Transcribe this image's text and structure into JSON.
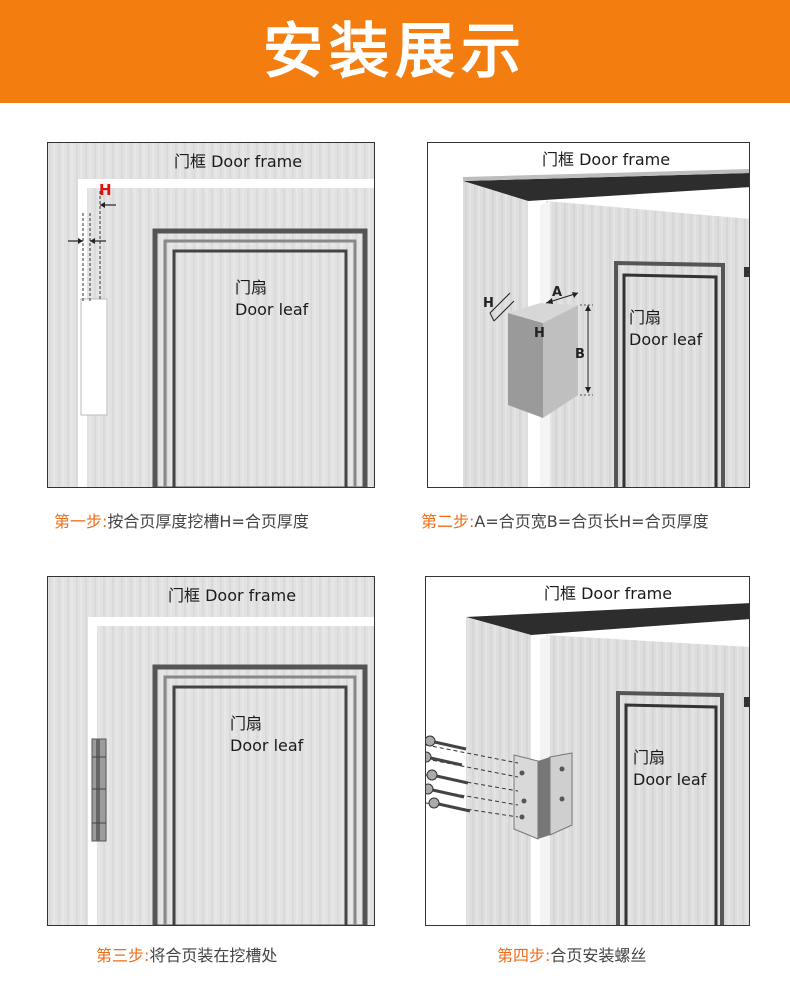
{
  "header": {
    "title": "安装展示"
  },
  "colors": {
    "banner": "#f47d10",
    "step_accent": "#ef6c1a",
    "dimension_mark": "#e01010"
  },
  "panels": [
    {
      "frame_label": "门框  Door frame",
      "leaf_label_cn": "门扇",
      "leaf_label_en": "Door leaf",
      "marks": [
        "H"
      ],
      "caption_step": "第一步:",
      "caption_text": "按合页厚度挖槽H=合页厚度"
    },
    {
      "frame_label": "门框  Door frame",
      "leaf_label_cn": "门扇",
      "leaf_label_en": "Door leaf",
      "marks": [
        "H",
        "A",
        "H",
        "B"
      ],
      "caption_step": "第二步:",
      "caption_text": "A=合页宽B=合页长H=合页厚度"
    },
    {
      "frame_label": "门框  Door frame",
      "leaf_label_cn": "门扇",
      "leaf_label_en": "Door leaf",
      "caption_step": "第三步:",
      "caption_text": "将合页装在挖槽处"
    },
    {
      "frame_label": "门框  Door frame",
      "leaf_label_cn": "门扇",
      "leaf_label_en": "Door leaf",
      "caption_step": "第四步:",
      "caption_text": "合页安装螺丝"
    }
  ]
}
